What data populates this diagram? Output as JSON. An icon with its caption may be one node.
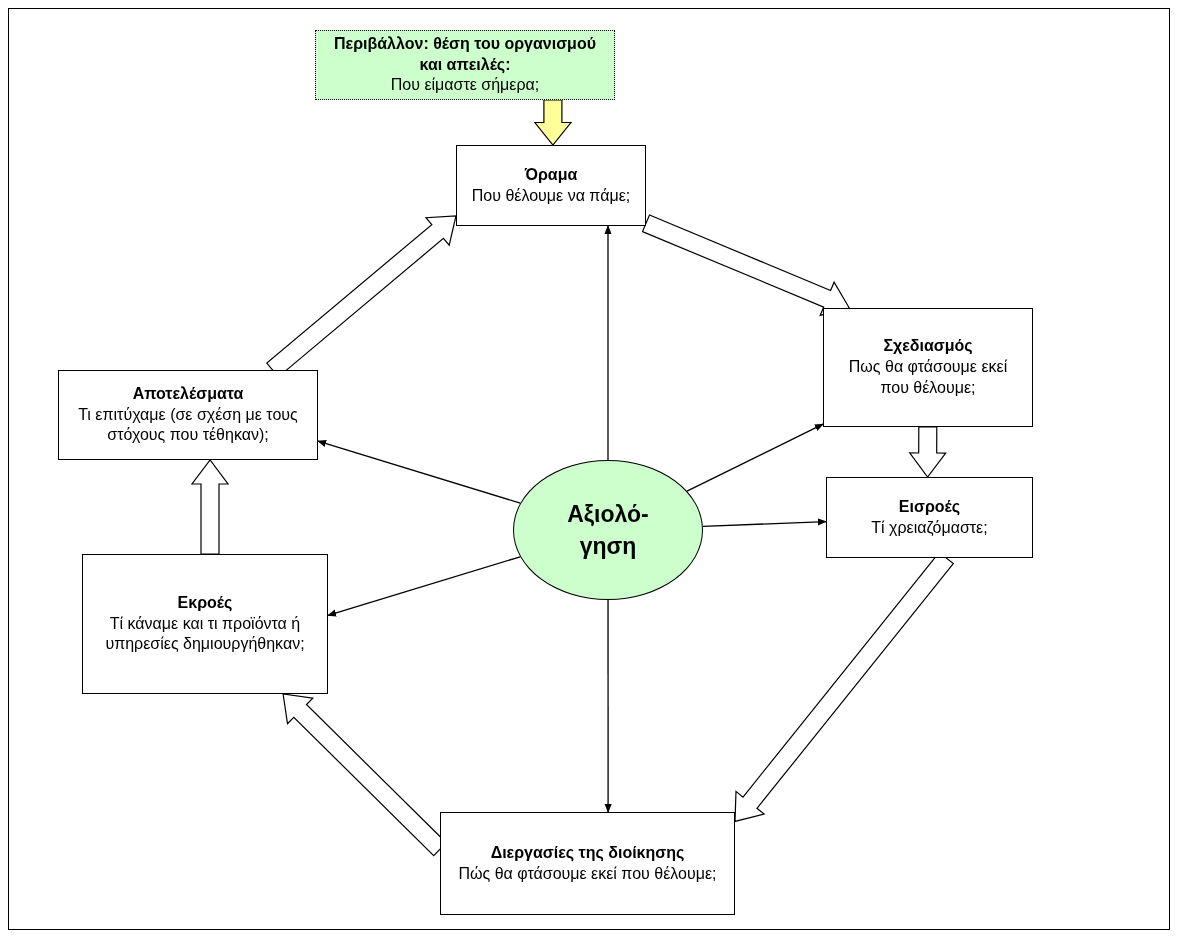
{
  "diagram": {
    "nodes": [
      {
        "text": [
          "Περιβάλλον: θέση του οργανισμού και απειλές:",
          "Που είμαστε σήμερα;"
        ]
      },
      {
        "text": [
          "Όραμα",
          "Που θέλουμε να πάμε;"
        ]
      },
      {
        "text": [
          "Σχεδιασμός",
          "Πως θα φτάσουμε εκεί που θέλουμε;"
        ]
      },
      {
        "text": [
          "Εισροές",
          "Τί χρειαζόμαστε;"
        ]
      },
      {
        "text": [
          "Διεργασίες της διοίκησης",
          "Πώς θα φτάσουμε εκεί που θέλουμε;"
        ]
      },
      {
        "text": [
          "Εκροές",
          "Τί κάναμε και τι προϊόντα ή υπηρεσίες δημιουργήθηκαν;"
        ]
      },
      {
        "text": [
          "Αποτελέσματα",
          "Τι επιτύχαμε (σε σχέση με τους στόχους που τέθηκαν);"
        ]
      },
      {
        "text": [
          "Αξιολό-γηση"
        ]
      }
    ],
    "edges": [
      {
        "from": 0,
        "to": 1,
        "arrow": "to",
        "style": "thick",
        "color": "#ffff99"
      },
      {
        "from": 1,
        "to": 2,
        "arrow": "to",
        "style": "thick"
      },
      {
        "from": 2,
        "to": 3,
        "arrow": "to",
        "style": "thick"
      },
      {
        "from": 3,
        "to": 4,
        "arrow": "to",
        "style": "thick"
      },
      {
        "from": 4,
        "to": 5,
        "arrow": "to",
        "style": "thick"
      },
      {
        "from": 5,
        "to": 6,
        "arrow": "to",
        "style": "thick"
      },
      {
        "from": 6,
        "to": 1,
        "arrow": "to",
        "style": "thick"
      },
      {
        "from": 7,
        "to": 1,
        "arrow": "to"
      },
      {
        "from": 7,
        "to": 2,
        "arrow": "to"
      },
      {
        "from": 7,
        "to": 3,
        "arrow": "to"
      },
      {
        "from": 7,
        "to": 4,
        "arrow": "to"
      },
      {
        "from": 7,
        "to": 5,
        "arrow": "to"
      },
      {
        "from": 7,
        "to": 6,
        "arrow": "to"
      }
    ]
  }
}
